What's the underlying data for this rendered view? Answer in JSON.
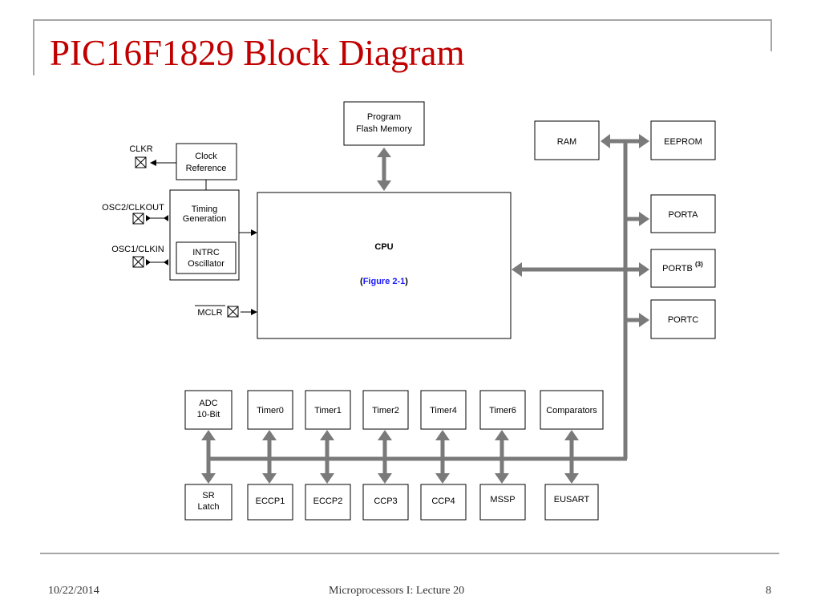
{
  "slide": {
    "title": "PIC16F1829 Block Diagram",
    "footer_date": "10/22/2014",
    "footer_center": "Microprocessors I: Lecture 20",
    "page_number": "8"
  },
  "diagram": {
    "program_flash": [
      "Program",
      "Flash Memory"
    ],
    "ram": "RAM",
    "eeprom": "EEPROM",
    "porta": "PORTA",
    "portb": "PORTB",
    "portb_note": "(3)",
    "portc": "PORTC",
    "cpu": "CPU",
    "cpu_ref_open": "(",
    "cpu_ref_link": "Figure 2-1",
    "cpu_ref_close": ")",
    "clkr": "CLKR",
    "clock_reference": [
      "Clock",
      "Reference"
    ],
    "osc2": "OSC2/CLKOUT",
    "osc1": "OSC1/CLKIN",
    "timing_generation": [
      "Timing",
      "Generation"
    ],
    "intrc": [
      "INTRC",
      "Oscillator"
    ],
    "mclr": "MCLR",
    "adc": [
      "ADC",
      "10-Bit"
    ],
    "timer0": "Timer0",
    "timer1": "Timer1",
    "timer2": "Timer2",
    "timer4": "Timer4",
    "timer6": "Timer6",
    "comparators": "Comparators",
    "sr_latch": [
      "SR",
      "Latch"
    ],
    "eccp1": "ECCP1",
    "eccp2": "ECCP2",
    "ccp3": "CCP3",
    "ccp4": "CCP4",
    "mssp": "MSSP",
    "eusart": "EUSART",
    "colors": {
      "title": "#c00000",
      "bus": "#7a7a7a",
      "link": "#1a1aff"
    }
  }
}
